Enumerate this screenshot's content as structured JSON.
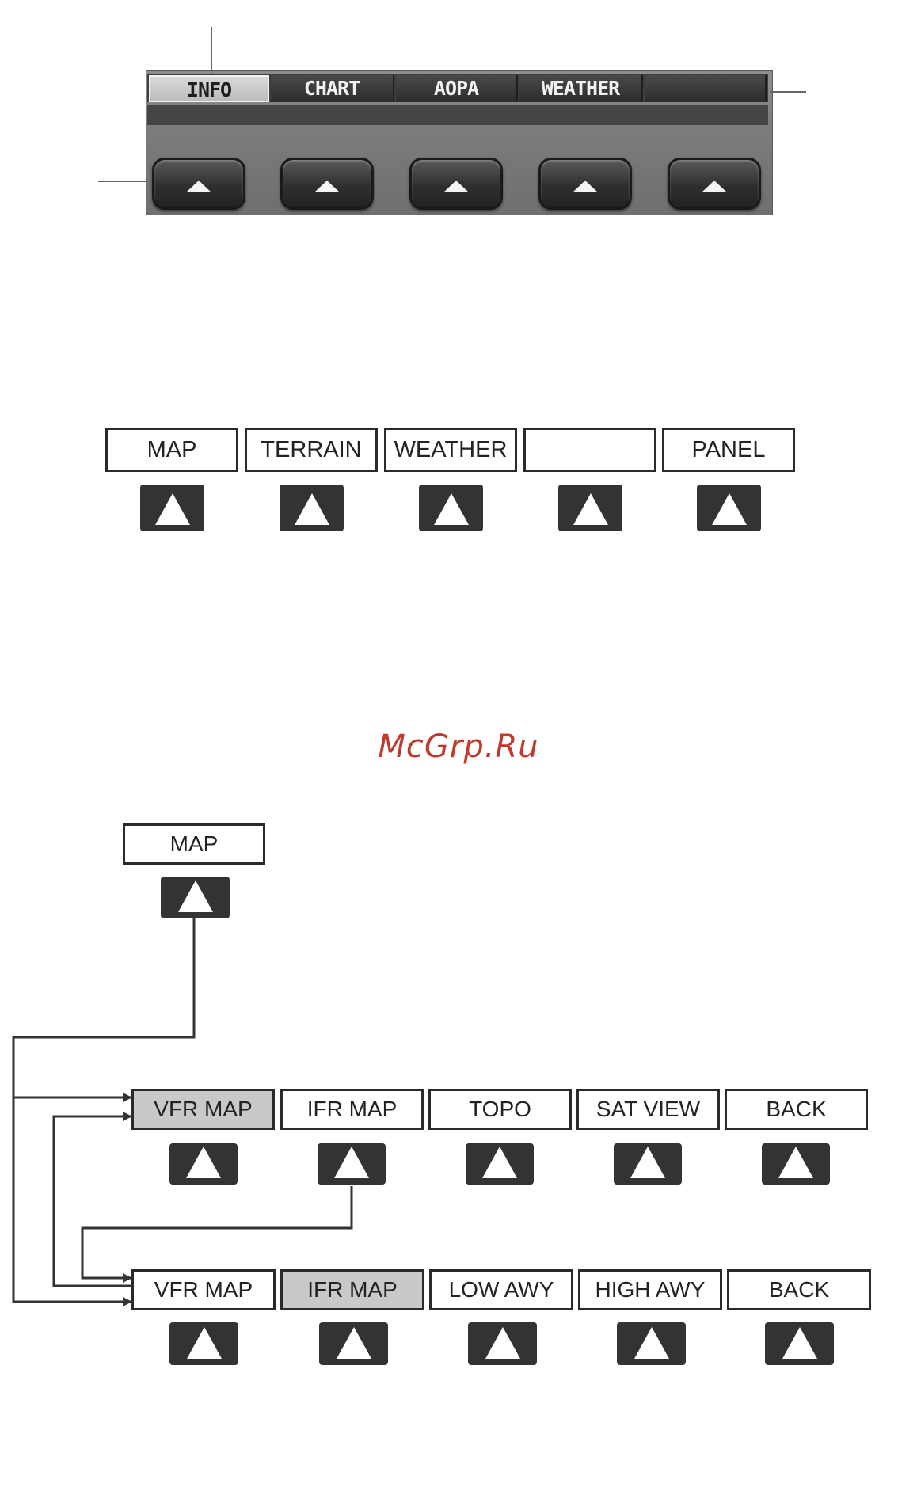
{
  "device_panel": {
    "tabs": [
      {
        "label": "INFO",
        "active": true
      },
      {
        "label": "CHART",
        "active": false
      },
      {
        "label": "AOPA",
        "active": false
      },
      {
        "label": "WEATHER",
        "active": false
      },
      {
        "label": "",
        "active": false
      }
    ]
  },
  "softkey_row_1": {
    "labels": [
      "MAP",
      "TERRAIN",
      "WEATHER",
      "",
      "PANEL"
    ]
  },
  "watermark": {
    "text": "McGrp.Ru"
  },
  "flow": {
    "root": {
      "label": "MAP"
    },
    "row_a": {
      "labels": [
        "VFR MAP",
        "IFR MAP",
        "TOPO",
        "SAT VIEW",
        "BACK"
      ],
      "highlighted": "VFR MAP"
    },
    "row_b": {
      "labels": [
        "VFR MAP",
        "IFR MAP",
        "LOW AWY",
        "HIGH AWY",
        "BACK"
      ],
      "highlighted": "IFR MAP"
    }
  },
  "colors": {
    "watermark": "#c0392b",
    "highlight": "#c9c9c9",
    "key": "#333333",
    "bezel": "#7d7d7d"
  }
}
